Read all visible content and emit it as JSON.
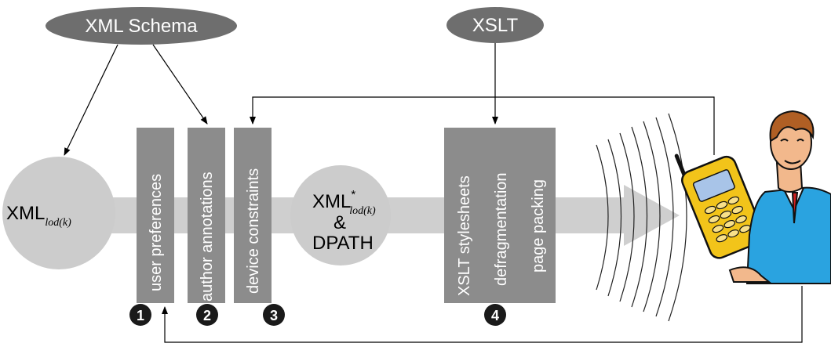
{
  "ovals": {
    "schema": "XML Schema",
    "xslt": "XSLT"
  },
  "bars": {
    "user": "user preferences",
    "author": "author annotations",
    "device": "device constraints",
    "xslt_line1": "XSLT stylesheets",
    "xslt_line2": "defragmentation",
    "xslt_line3": "page packing"
  },
  "source": {
    "base": "XML",
    "subscript": "lod(k)"
  },
  "result": {
    "base": "XML",
    "superscript": "*",
    "subscript": "lod(k)",
    "amp": "&",
    "dpath": "DPATH"
  },
  "badges": [
    "1",
    "2",
    "3",
    "4"
  ],
  "colors": {
    "oval": "#6e6e6e",
    "bar": "#8c8c8c",
    "arrow": "#cfcfcf",
    "circle": "#cccccc",
    "badge": "#1a1a1a"
  },
  "icons": {
    "wireless": "wireless-waves-icon",
    "phone": "mobile-phone-icon",
    "user": "person-icon"
  }
}
